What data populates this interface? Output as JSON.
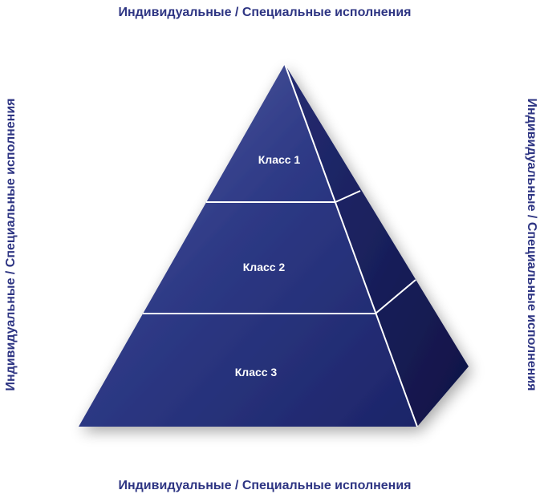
{
  "captions": {
    "top": "Индивидуальные / Специальные исполнения",
    "bottom": "Индивидуальные / Специальные исполнения",
    "left": "Индивидуальные / Специальные исполнения",
    "right": "Индивидуальные / Специальные исполнения"
  },
  "pyramid": {
    "tiers": [
      {
        "label": "Класс 1"
      },
      {
        "label": "Класс 2"
      },
      {
        "label": "Класс 3"
      }
    ]
  },
  "colors": {
    "caption_text": "#2e3583",
    "front_face_light": "#4b5499",
    "front_face_dark": "#1f2a6e",
    "side_face": "#1b2160",
    "side_face_dark": "#11164a",
    "divider": "#ffffff"
  }
}
